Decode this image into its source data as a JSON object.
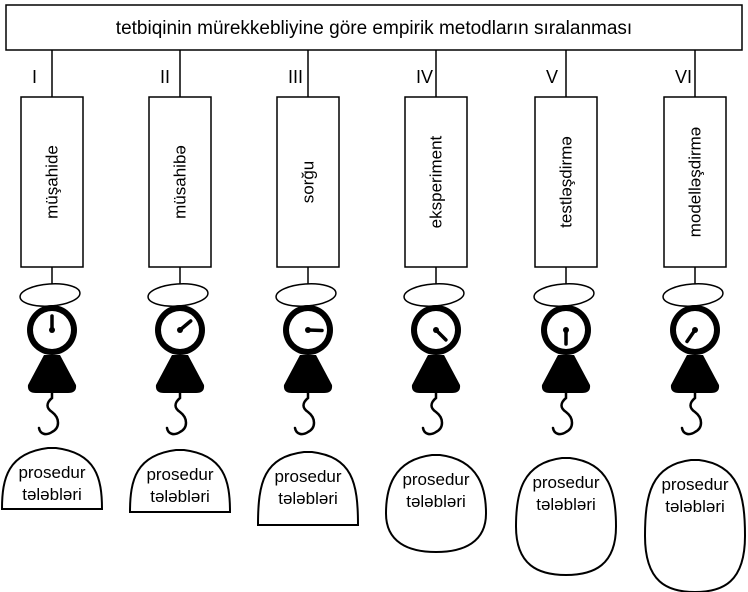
{
  "title": "tetbiqinin mürekkebliyine göre empirik metodların sıralanması",
  "columns": [
    {
      "numeral": "I",
      "method": "müşahide",
      "bag_line1": "prosedur",
      "bag_line2": "tələbləri",
      "needle_angle_deg": 0
    },
    {
      "numeral": "II",
      "method": "müsahibə",
      "bag_line1": "prosedur",
      "bag_line2": "tələbləri",
      "needle_angle_deg": 50
    },
    {
      "numeral": "III",
      "method": "sorğu",
      "bag_line1": "prosedur",
      "bag_line2": "tələbləri",
      "needle_angle_deg": 92
    },
    {
      "numeral": "IV",
      "method": "eksperiment",
      "bag_line1": "prosedur",
      "bag_line2": "tələbləri",
      "needle_angle_deg": 135
    },
    {
      "numeral": "V",
      "method": "testləşdirmə",
      "bag_line1": "prosedur",
      "bag_line2": "tələbləri",
      "needle_angle_deg": 180
    },
    {
      "numeral": "VI",
      "method": "modelləşdirmə",
      "bag_line1": "prosedur",
      "bag_line2": "tələbləri",
      "needle_angle_deg": 215
    }
  ]
}
